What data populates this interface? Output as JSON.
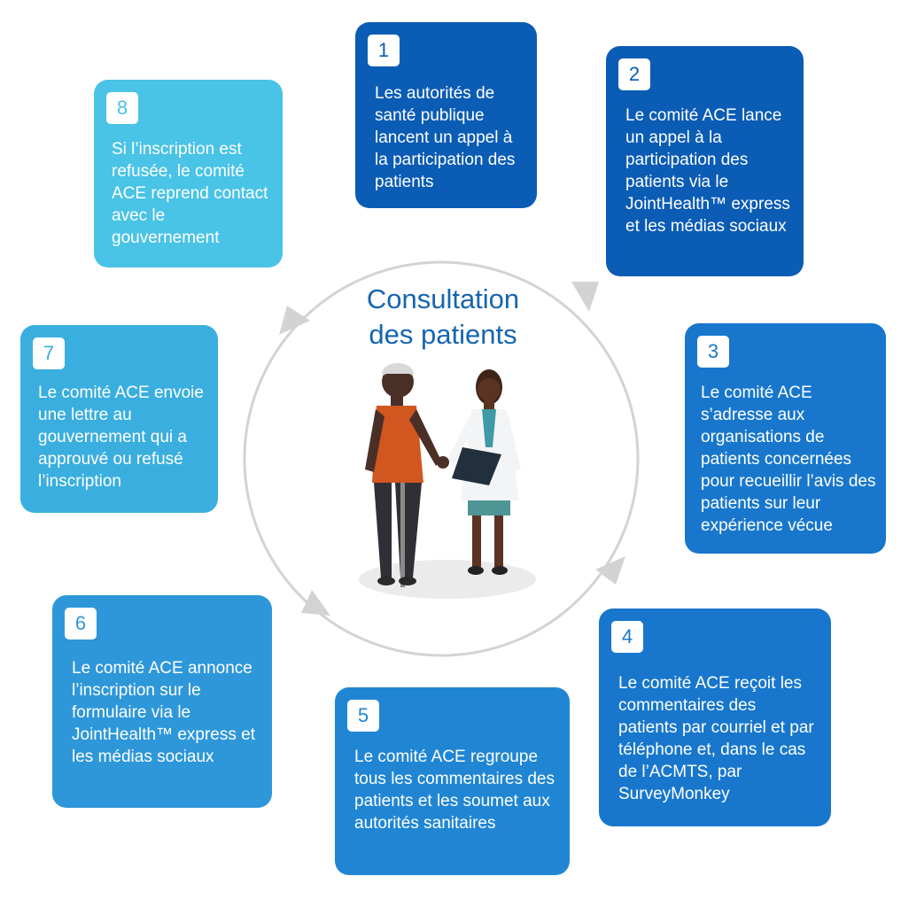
{
  "title": {
    "line1": "Consultation",
    "line2": "des patients"
  },
  "steps": [
    {
      "number": "1",
      "text": "Les autorités de santé publique lancent un appel à la participation des patients",
      "color": "#0b5cb5"
    },
    {
      "number": "2",
      "text": "Le comité ACE lance un appel à la participation des patients via le JointHealth™ express et les médias sociaux",
      "color": "#0b5cb5"
    },
    {
      "number": "3",
      "text": "Le comité ACE s’adresse aux organisations de patients concernées pour recueillir l’avis des patients sur leur expérience vécue",
      "color": "#1877cc"
    },
    {
      "number": "4",
      "text": "Le comité ACE reçoit les commentaires des patients par courriel et par téléphone et, dans le cas de l’ACMTS, par SurveyMonkey",
      "color": "#1877cc"
    },
    {
      "number": "5",
      "text": "Le comité ACE regroupe tous les commentaires des patients et les soumet aux autorités sanitaires",
      "color": "#2086d4"
    },
    {
      "number": "6",
      "text": "Le comité ACE annonce l’inscription sur le formulaire via le JointHealth™ express et les médias sociaux",
      "color": "#2e97d9"
    },
    {
      "number": "7",
      "text": "Le comité ACE envoie une lettre au gouvernement qui a approuvé ou refusé l’inscription",
      "color": "#3aaedf"
    },
    {
      "number": "8",
      "text": "Si l’inscription est refusée, le comité ACE reprend contact avec le gouvernement",
      "color": "#49c3e6"
    }
  ]
}
